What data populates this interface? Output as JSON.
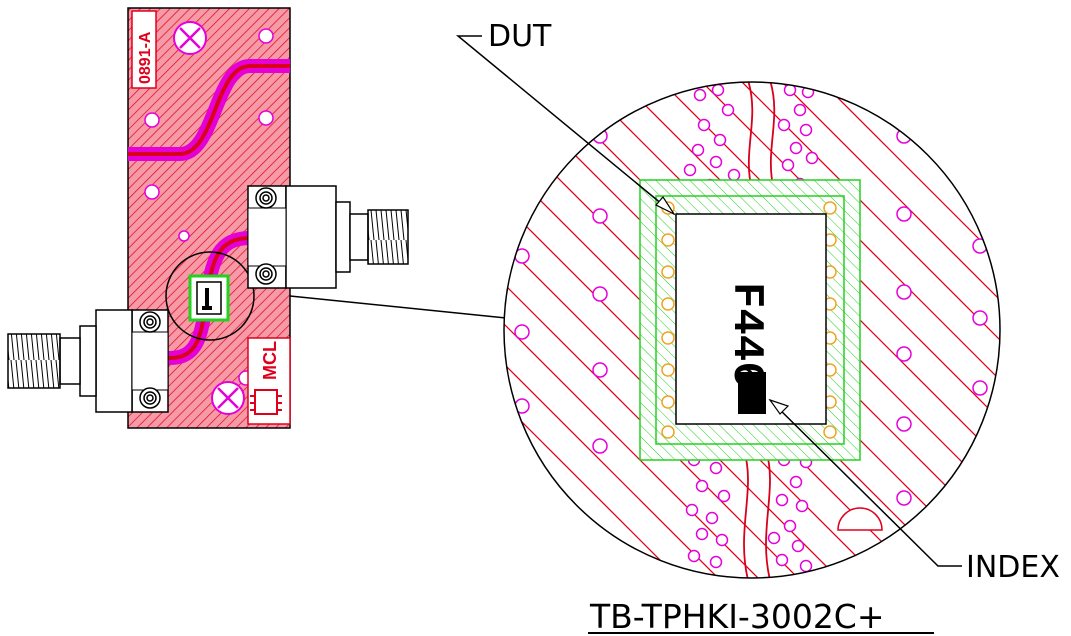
{
  "labels": {
    "dut": "DUT",
    "index": "INDEX",
    "board_number": "TB-TPHKI-3002C+",
    "board_code": "0891-A",
    "manufacturer": "MCL",
    "part_marking": "F446"
  },
  "colors": {
    "board_fill": "#f59aa6",
    "hatch_red": "#e0001b",
    "via_magenta": "#e600d8",
    "pad_green": "#23d11f",
    "pad_orange": "#f1a321",
    "trace_red": "#d8001b",
    "line_black": "#000000"
  },
  "icons": {
    "mounting_hole": "circle-cross-icon",
    "connector": "sma-connector-icon",
    "mcl_logo": "ic-package-icon"
  }
}
